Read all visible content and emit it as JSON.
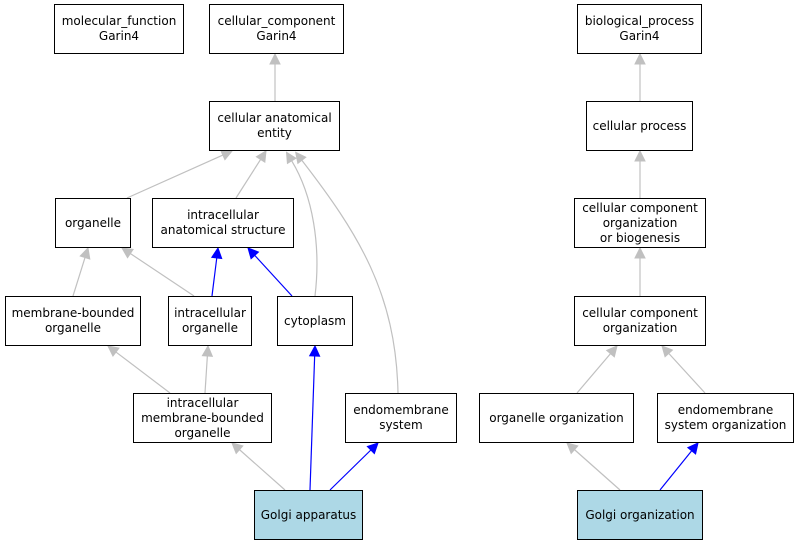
{
  "nodes": [
    {
      "id": "mf",
      "lines": [
        "molecular_function",
        "Garin4"
      ],
      "highlight": false
    },
    {
      "id": "cc",
      "lines": [
        "cellular_component",
        "Garin4"
      ],
      "highlight": false
    },
    {
      "id": "bp",
      "lines": [
        "biological_process",
        "Garin4"
      ],
      "highlight": false
    },
    {
      "id": "cae",
      "lines": [
        "cellular anatomical",
        "entity"
      ],
      "highlight": false
    },
    {
      "id": "cp",
      "lines": [
        "cellular process"
      ],
      "highlight": false
    },
    {
      "id": "org",
      "lines": [
        "organelle"
      ],
      "highlight": false
    },
    {
      "id": "ias",
      "lines": [
        "intracellular",
        "anatomical structure"
      ],
      "highlight": false
    },
    {
      "id": "ccob",
      "lines": [
        "cellular component",
        "organization",
        "or biogenesis"
      ],
      "highlight": false
    },
    {
      "id": "mbo",
      "lines": [
        "membrane-bounded",
        "organelle"
      ],
      "highlight": false
    },
    {
      "id": "io",
      "lines": [
        "intracellular",
        "organelle"
      ],
      "highlight": false
    },
    {
      "id": "cyto",
      "lines": [
        "cytoplasm"
      ],
      "highlight": false
    },
    {
      "id": "cco",
      "lines": [
        "cellular component",
        "organization"
      ],
      "highlight": false
    },
    {
      "id": "imbo",
      "lines": [
        "intracellular",
        "membrane-bounded",
        "organelle"
      ],
      "highlight": false
    },
    {
      "id": "es",
      "lines": [
        "endomembrane",
        "system"
      ],
      "highlight": false
    },
    {
      "id": "oo",
      "lines": [
        "organelle organization"
      ],
      "highlight": false
    },
    {
      "id": "eso",
      "lines": [
        "endomembrane",
        "system organization"
      ],
      "highlight": false
    },
    {
      "id": "ga",
      "lines": [
        "Golgi apparatus"
      ],
      "highlight": true
    },
    {
      "id": "go",
      "lines": [
        "Golgi organization"
      ],
      "highlight": true
    }
  ],
  "edges": [
    {
      "from": "cae",
      "to": "cc",
      "color": "#c0c0c0"
    },
    {
      "from": "cp",
      "to": "bp",
      "color": "#c0c0c0"
    },
    {
      "from": "org",
      "to": "cae",
      "color": "#c0c0c0"
    },
    {
      "from": "ias",
      "to": "cae",
      "color": "#c0c0c0"
    },
    {
      "from": "cyto",
      "to": "cae",
      "color": "#c0c0c0"
    },
    {
      "from": "es",
      "to": "cae",
      "color": "#c0c0c0"
    },
    {
      "from": "ccob",
      "to": "cp",
      "color": "#c0c0c0"
    },
    {
      "from": "mbo",
      "to": "org",
      "color": "#c0c0c0"
    },
    {
      "from": "io",
      "to": "org",
      "color": "#c0c0c0"
    },
    {
      "from": "io",
      "to": "ias",
      "color": "#0000ff"
    },
    {
      "from": "cyto",
      "to": "ias",
      "color": "#0000ff"
    },
    {
      "from": "cco",
      "to": "ccob",
      "color": "#c0c0c0"
    },
    {
      "from": "imbo",
      "to": "mbo",
      "color": "#c0c0c0"
    },
    {
      "from": "imbo",
      "to": "io",
      "color": "#c0c0c0"
    },
    {
      "from": "oo",
      "to": "cco",
      "color": "#c0c0c0"
    },
    {
      "from": "eso",
      "to": "cco",
      "color": "#c0c0c0"
    },
    {
      "from": "ga",
      "to": "imbo",
      "color": "#c0c0c0"
    },
    {
      "from": "ga",
      "to": "cyto",
      "color": "#0000ff"
    },
    {
      "from": "ga",
      "to": "es",
      "color": "#0000ff"
    },
    {
      "from": "go",
      "to": "oo",
      "color": "#c0c0c0"
    },
    {
      "from": "go",
      "to": "eso",
      "color": "#0000ff"
    }
  ]
}
